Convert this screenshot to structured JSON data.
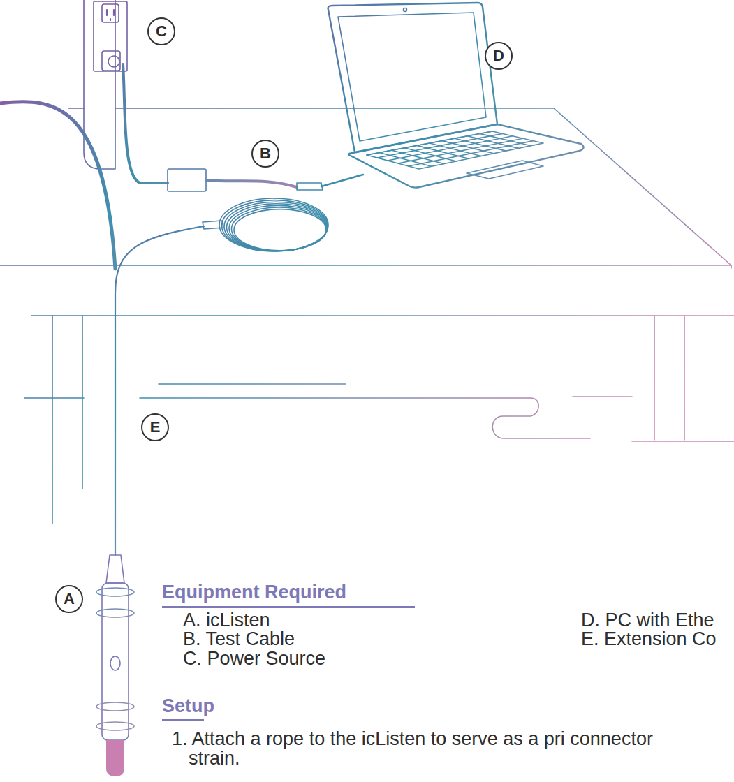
{
  "diagram": {
    "nodes": [
      {
        "text": [
          "C"
        ]
      },
      {
        "text": [
          "D"
        ]
      },
      {
        "text": [
          "B"
        ]
      },
      {
        "text": [
          "E"
        ]
      },
      {
        "text": [
          "A"
        ]
      }
    ],
    "labels": [
      "Equipment Required",
      "A. icListen",
      "B. Test Cable",
      "C. Power Source",
      "D. PC with Ethe",
      "E. Extension Co",
      "Setup",
      "1. Attach a rope to the icListen to serve as a pri connector strain."
    ]
  }
}
